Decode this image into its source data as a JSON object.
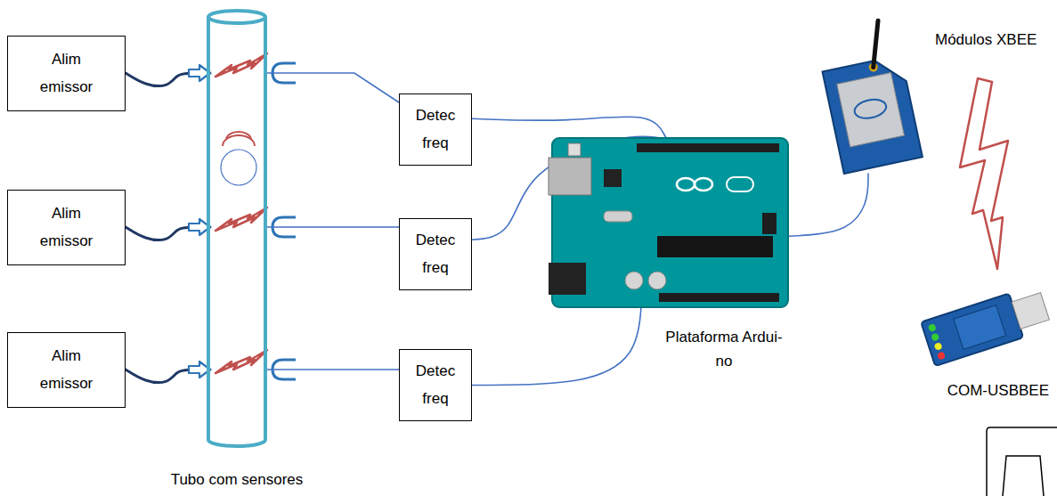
{
  "diagram": {
    "nodes": [
      {
        "text": [
          "Alim emissor"
        ]
      },
      {
        "text": [
          "Alim emissor"
        ]
      },
      {
        "text": [
          "Alim emissor"
        ]
      },
      {
        "text": [
          "Tubo com sensores"
        ]
      },
      {
        "text": [
          "Detec freq"
        ]
      },
      {
        "text": [
          "Detec freq"
        ]
      },
      {
        "text": [
          "Detec freq"
        ]
      },
      {
        "text": [
          "Plataforma Ardui- no"
        ]
      },
      {
        "text": [
          "Módulos XBEE"
        ]
      },
      {
        "text": [
          "COM-USBBEE"
        ]
      }
    ],
    "edges": [
      {
        "from": 0,
        "to": 3,
        "arrow": "to"
      },
      {
        "from": 1,
        "to": 3,
        "arrow": "to"
      },
      {
        "from": 2,
        "to": 3,
        "arrow": "to"
      },
      {
        "from": 3,
        "to": 4,
        "arrow": "none"
      },
      {
        "from": 3,
        "to": 5,
        "arrow": "none"
      },
      {
        "from": 3,
        "to": 6,
        "arrow": "none"
      },
      {
        "from": 4,
        "to": 7,
        "arrow": "none"
      },
      {
        "from": 5,
        "to": 7,
        "arrow": "none"
      },
      {
        "from": 6,
        "to": 7,
        "arrow": "none"
      },
      {
        "from": 7,
        "to": 8,
        "arrow": "none"
      }
    ]
  }
}
